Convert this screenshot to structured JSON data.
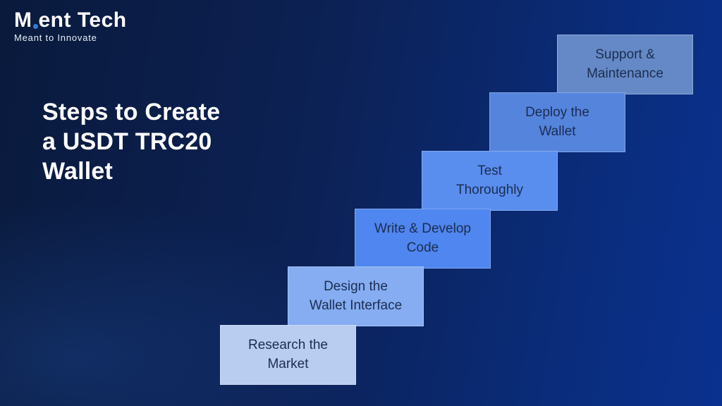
{
  "logo": {
    "wordmark_m": "M",
    "wordmark_rest": "ent Tech",
    "tagline": "Meant to Innovate",
    "dot_color": "#2f7fd0"
  },
  "title": {
    "lines": [
      "Steps to Create",
      "a USDT TRC20",
      "Wallet"
    ]
  },
  "steps": [
    {
      "line1": "Research the",
      "line2": "Market",
      "bg": "#b9cdf0"
    },
    {
      "line1": "Design the",
      "line2": "Wallet Interface",
      "bg": "#86adf2"
    },
    {
      "line1": "Write & Develop",
      "line2": "Code",
      "bg": "#4f86ef"
    },
    {
      "line1": "Test",
      "line2": "Thoroughly",
      "bg": "#598dee"
    },
    {
      "line1": "Deploy the",
      "line2": "Wallet",
      "bg": "#5584dd"
    },
    {
      "line1": "Support &",
      "line2": "Maintenance",
      "bg": "#6589c6"
    }
  ],
  "colors": {
    "background_dark": "#0a1a3c",
    "background_mid": "#0c2154",
    "background_bright": "#0a3190",
    "step_text": "#1b2d52",
    "title_text": "#ffffff"
  }
}
